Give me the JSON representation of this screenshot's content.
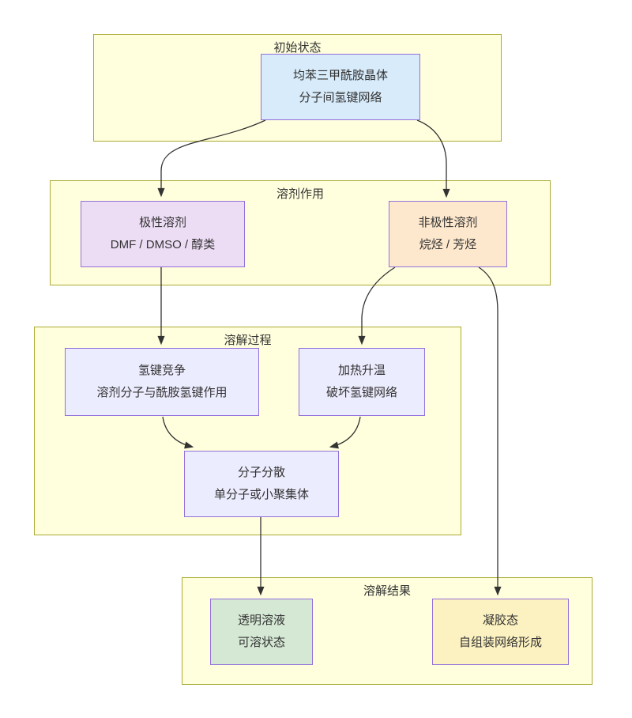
{
  "diagram": {
    "background": "#ffffff",
    "edge_color": "#333333",
    "container_style": {
      "fill": "#ffffde",
      "border": "#aaaa33"
    },
    "node_border_color": "#9370db",
    "containers": {
      "initial": {
        "title": "初始状态"
      },
      "solvent": {
        "title": "溶剂作用"
      },
      "process": {
        "title": "溶解过程"
      },
      "result": {
        "title": "溶解结果"
      }
    },
    "nodes": {
      "crystal": {
        "line1": "均苯三甲酰胺晶体",
        "line2": "分子间氢键网络",
        "fill": "#d7ebfa"
      },
      "polar": {
        "line1": "极性溶剂",
        "line2": "DMF / DMSO / 醇类",
        "fill": "#ecddf5"
      },
      "nonpolar": {
        "line1": "非极性溶剂",
        "line2": "烷烃 / 芳烃",
        "fill": "#fde8cd"
      },
      "hbond": {
        "line1": "氢键竞争",
        "line2": "溶剂分子与酰胺氢键作用",
        "fill": "#ececff"
      },
      "heating": {
        "line1": "加热升温",
        "line2": "破坏氢键网络",
        "fill": "#ececff"
      },
      "dispersion": {
        "line1": "分子分散",
        "line2": "单分子或小聚集体",
        "fill": "#ececff"
      },
      "solution": {
        "line1": "透明溶液",
        "line2": "可溶状态",
        "fill": "#d5e8d4"
      },
      "gel": {
        "line1": "凝胶态",
        "line2": "自组装网络形成",
        "fill": "#fcf1c0"
      }
    }
  }
}
